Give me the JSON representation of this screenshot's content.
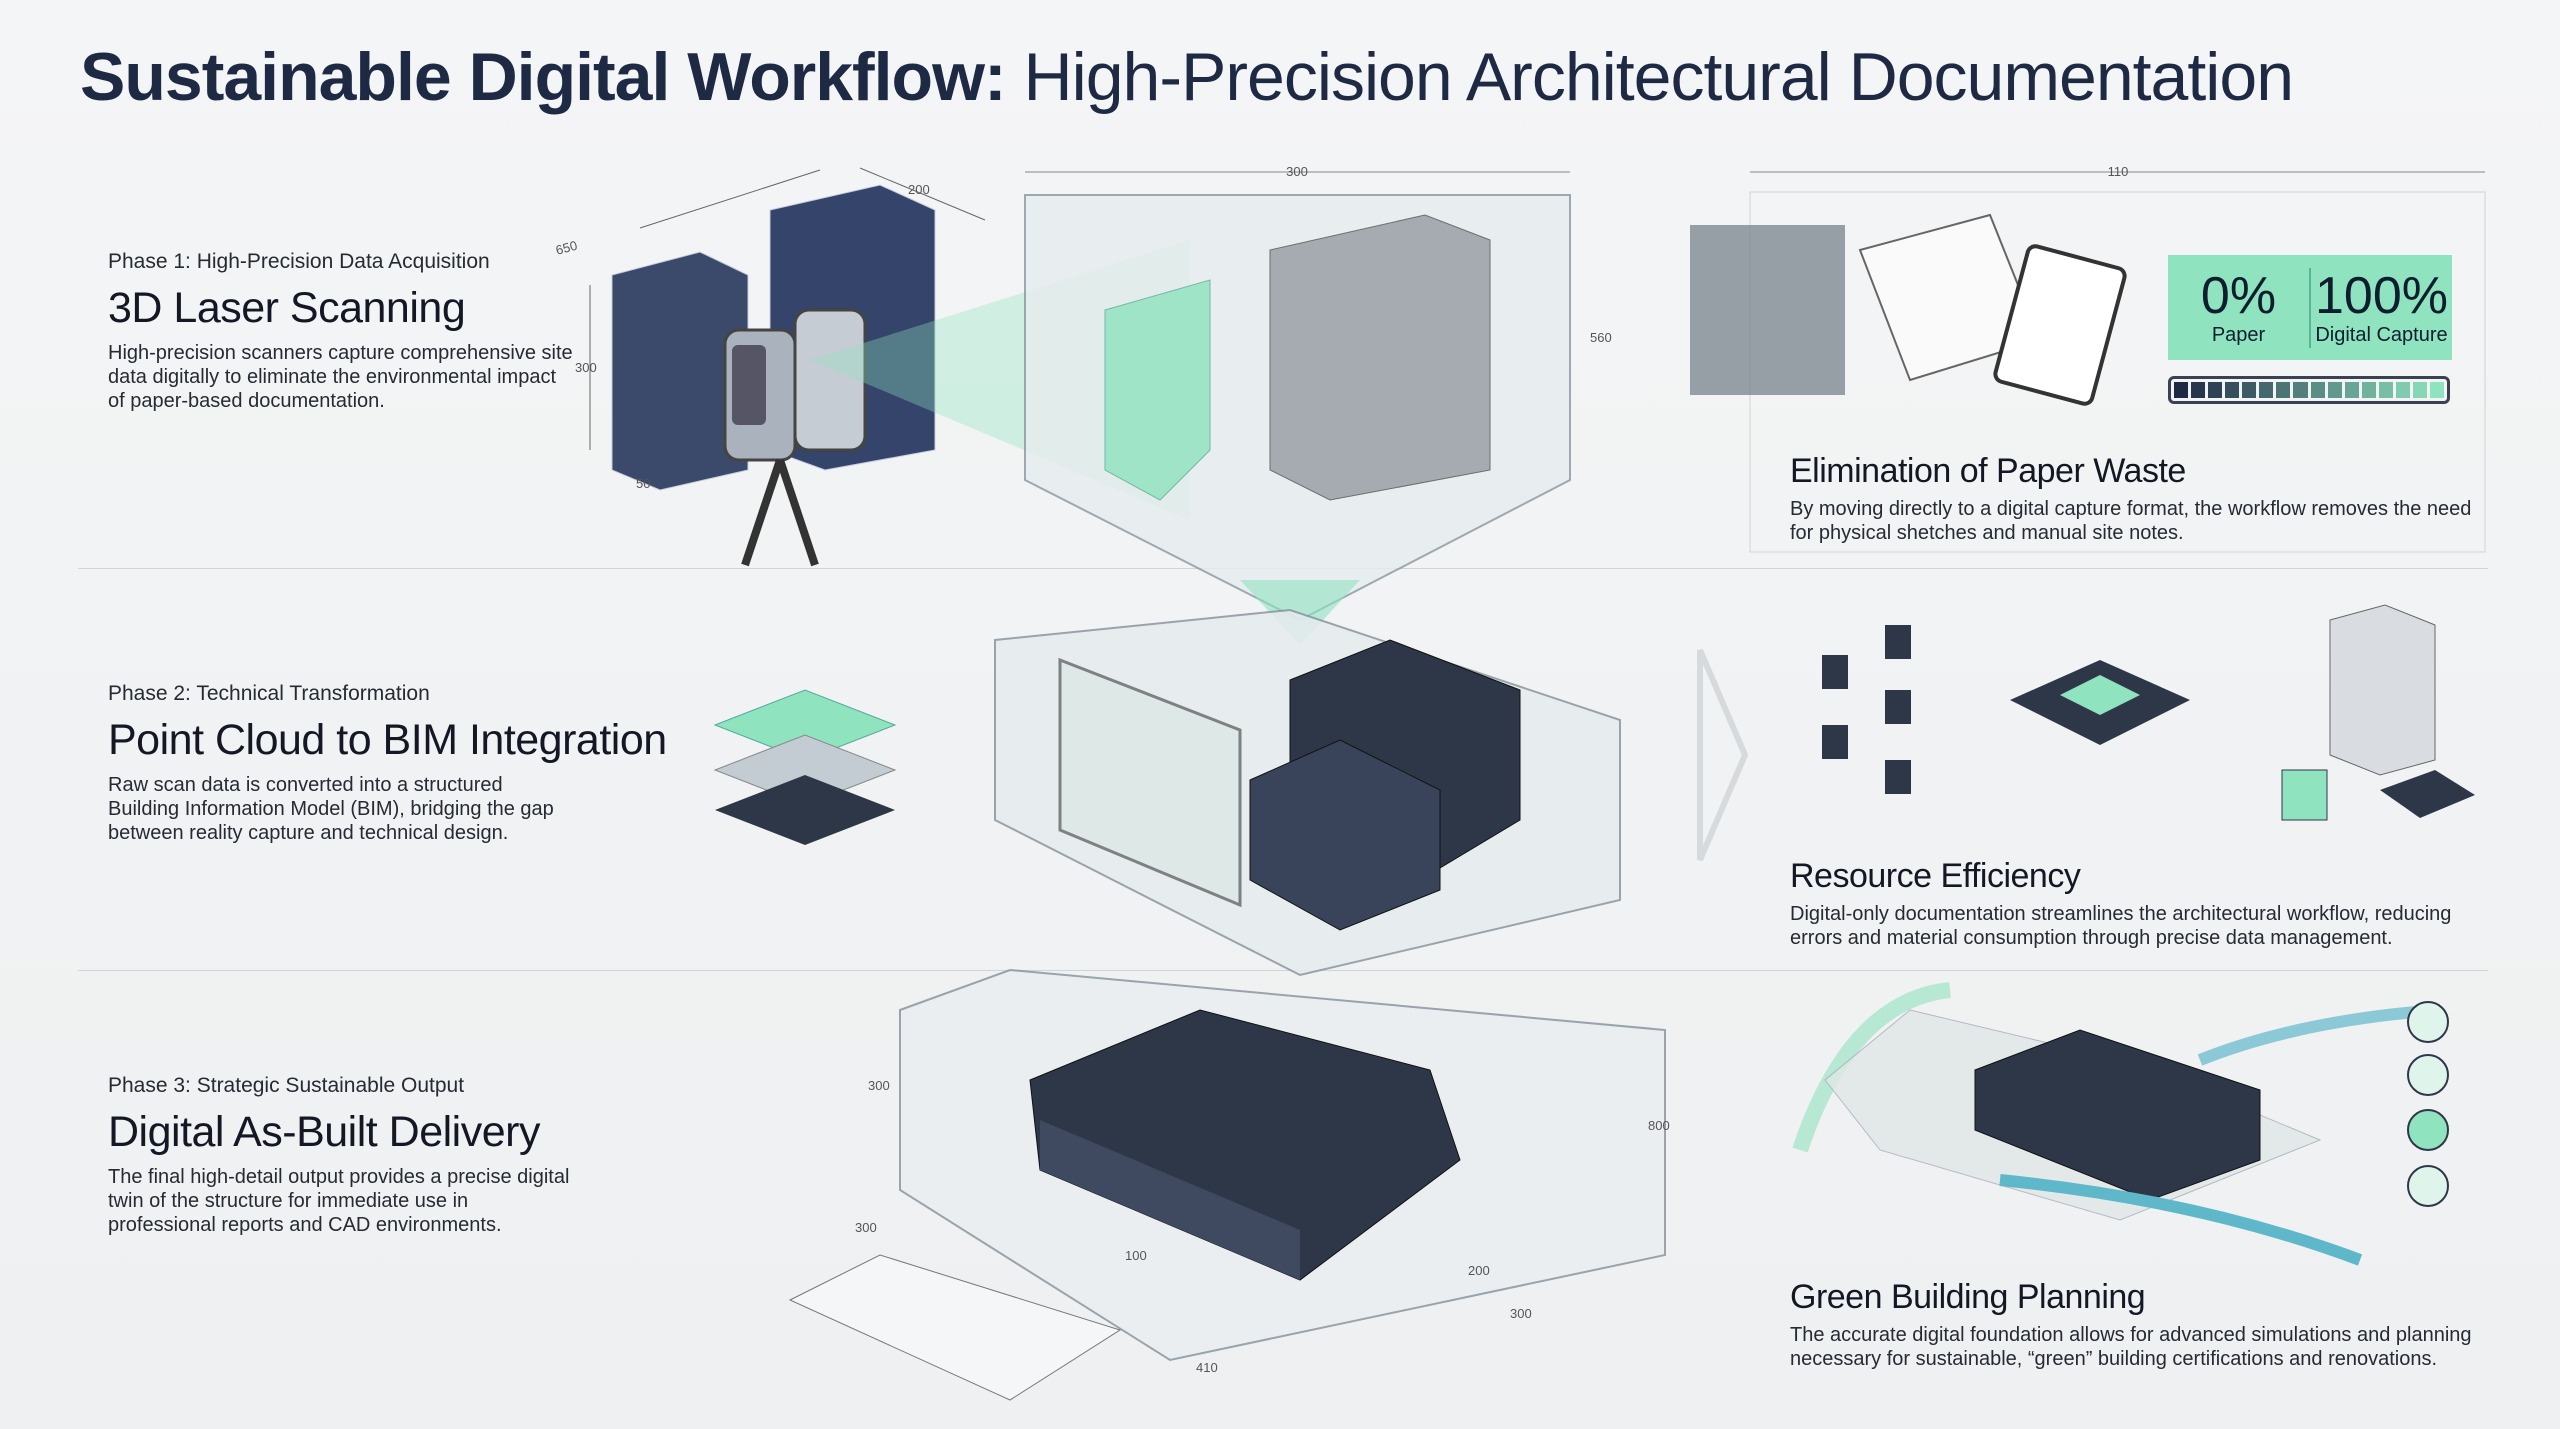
{
  "title": {
    "bold": "Sustainable Digital Workflow:",
    "regular": " High-Precision Architectural Documentation"
  },
  "phases": [
    {
      "label": "Phase 1: High-Precision Data Acquisition",
      "heading": "3D Laser Scanning",
      "body": "High-precision scanners capture comprehensive site data digitally to eliminate the environmental impact of paper-based documentation."
    },
    {
      "label": "Phase 2: Technical Transformation",
      "heading": "Point Cloud to BIM Integration",
      "body": "Raw scan data is converted into a structured Building Information Model (BIM), bridging the gap between reality capture and technical design."
    },
    {
      "label": "Phase 3: Strategic Sustainable Output",
      "heading": "Digital As-Built Delivery",
      "body": "The final high-detail output provides a precise digital twin of the structure for immediate use in professional reports and CAD environments."
    }
  ],
  "benefits": [
    {
      "heading": "Elimination of Paper Waste",
      "body": "By moving directly to a digital capture format, the workflow removes the need for physical shetches and manual site notes."
    },
    {
      "heading": "Resource Efficiency",
      "body": "Digital-only documentation streamlines the architectural workflow, reducing errors and material consumption through precise data management."
    },
    {
      "heading": "Green Building Planning",
      "body": "The accurate digital foundation allows for advanced simulations and planning necessary for sustainable, “green” building certifications and renovations."
    }
  ],
  "stats": [
    {
      "value": "0%",
      "label": "Paper"
    },
    {
      "value": "100%",
      "label": "Digital Capture"
    }
  ],
  "progress": {
    "filled_fraction": 1.0
  },
  "dimensions": {
    "d650": "650",
    "d200": "200",
    "d300a": "300",
    "d50": "50",
    "d300b": "300",
    "d560": "560",
    "d110": "110",
    "d300c": "300",
    "d800": "800",
    "d300d": "300",
    "d100": "100",
    "d200b": "200",
    "d300e": "300",
    "d410": "410"
  },
  "colors": {
    "accent_green": "#8fe3bf",
    "navy": "#1e2a44",
    "dark_model": "#2e3748",
    "teal_arrow": "#5fb8c9"
  },
  "icons": [
    "scanner-icon",
    "documents-icon",
    "clipboard-icon",
    "file-flow-icon",
    "chip-icon",
    "server-stack-icon",
    "water-drop-icon",
    "solar-icon",
    "recycle-icon",
    "building-icon"
  ]
}
